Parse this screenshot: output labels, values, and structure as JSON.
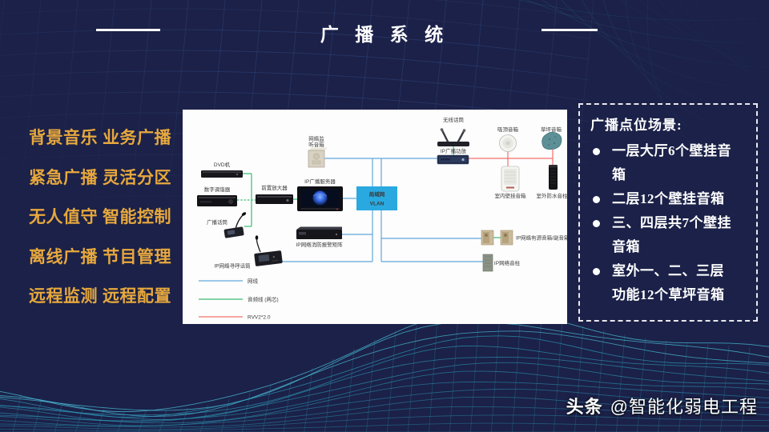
{
  "slide": {
    "title": "广 播 系 统"
  },
  "features": {
    "color": "#e7a83d",
    "items": [
      "背景音乐",
      "业务广播",
      "紧急广播",
      "灵活分区",
      "无人值守",
      "智能控制",
      "离线广播",
      "节目管理",
      "远程监测",
      "远程配置"
    ]
  },
  "diagram": {
    "background": "#fdfdfd",
    "labels": {
      "dvd": "DVD机",
      "tuner": "数字调谐器",
      "preamp": "前置放大器",
      "broadcast_mic": "广播话筒",
      "paging_mic": "IP网络寻呼话筒",
      "monitor_line1": "网络监",
      "monitor_line2": "听音箱",
      "server": "IP广播服务器",
      "fire_matrix": "IP网络消防报警矩阵",
      "wireless_mic": "无线话筒",
      "ip_amp": "IP广播功放",
      "ceiling": "吸顶音箱",
      "lawn": "草坪音箱",
      "wall": "室内壁挂音箱",
      "outdoor_column": "室外防水音柱",
      "active_pair": "IP网络有源音箱/副音箱",
      "net_column": "IP网络音柱"
    },
    "vlan": {
      "line1": "局域网",
      "line2": "VLAN",
      "color": "#29a9e0"
    },
    "legend": [
      {
        "label": "网线",
        "color": "#5fa8dc"
      },
      {
        "label": "音频线 (两芯)",
        "color": "#3cbd72"
      },
      {
        "label": "RVV2*2.0",
        "color": "#f4716c"
      }
    ]
  },
  "scenarios": {
    "title": "广播点位场景:",
    "items": [
      "一层大厅6个壁挂音箱",
      "二层12个壁挂音箱",
      "三、四层共7个壁挂音箱",
      "室外一、二、三层功能12个草坪音箱"
    ]
  },
  "watermark": {
    "brand": "头条",
    "handle": "@智能化弱电工程"
  }
}
